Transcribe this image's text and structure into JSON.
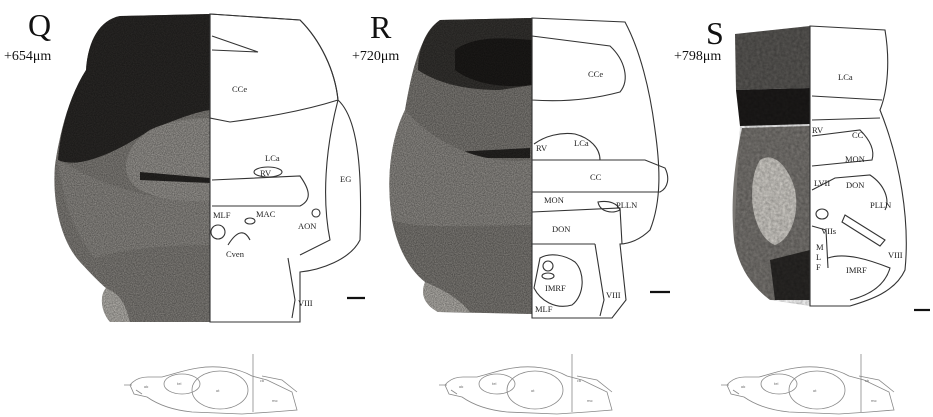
{
  "panels": [
    {
      "letter": "Q",
      "depth": "+654μm",
      "labels": [
        "CCe",
        "LCa",
        "RV",
        "EG",
        "MLF",
        "MAC",
        "AON",
        "Cven",
        "VIII"
      ]
    },
    {
      "letter": "R",
      "depth": "+720μm",
      "labels": [
        "CCe",
        "RV",
        "LCa",
        "CC",
        "MON",
        "PLLN",
        "DON",
        "IMRF",
        "MLF",
        "VIII"
      ]
    },
    {
      "letter": "S",
      "depth": "+798μm",
      "labels": [
        "LCa",
        "RV",
        "CC",
        "MON",
        "LVII",
        "DON",
        "PLLN",
        "VIIs",
        "M",
        "L",
        "F",
        "IMRF",
        "VIII"
      ]
    }
  ],
  "colors": {
    "tissue_dark": "#2c2a28",
    "tissue_mid": "#7c7a76",
    "tissue_light": "#b8b5b0",
    "line": "#333333",
    "mini_line": "#888888"
  }
}
